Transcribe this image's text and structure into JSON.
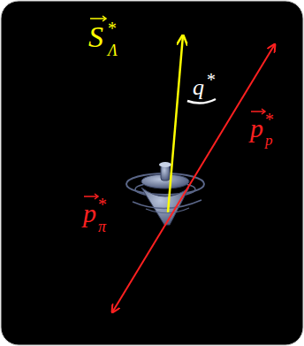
{
  "diagram": {
    "labels": [
      "S",
      "*",
      "Λ",
      "q",
      "*",
      "p",
      "*",
      "p",
      "p",
      "*",
      "π"
    ]
  }
}
